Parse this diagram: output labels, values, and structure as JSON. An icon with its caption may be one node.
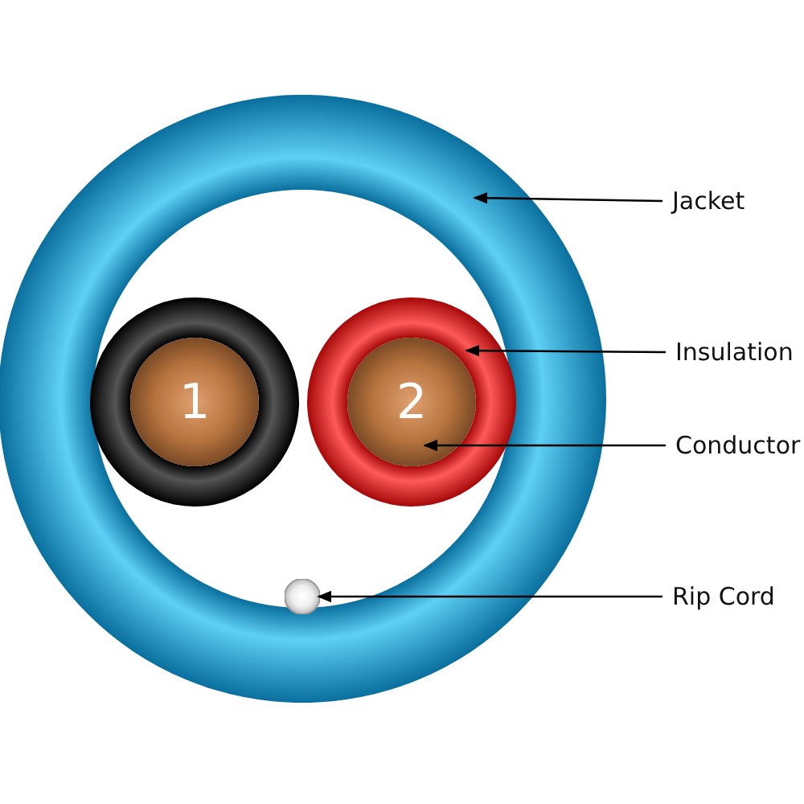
{
  "diagram": {
    "nodes": [
      {
        "text": [],
        "shape": "circle"
      },
      {
        "text": [],
        "shape": "circle",
        "in": 0
      },
      {
        "text": [
          "1"
        ],
        "in": 1
      },
      {
        "text": [],
        "shape": "circle",
        "in": 0
      },
      {
        "text": [
          "2"
        ],
        "in": 3
      },
      {
        "text": [],
        "shape": "circle",
        "in": 0
      },
      {
        "text": [
          "Jacket"
        ]
      },
      {
        "text": [
          "Insulation"
        ]
      },
      {
        "text": [
          "Conductor"
        ]
      },
      {
        "text": [
          "Rip Cord"
        ]
      }
    ],
    "edges": [
      {
        "from": 6,
        "to": 0,
        "arrow": "to"
      },
      {
        "from": 7,
        "to": 3,
        "arrow": "to"
      },
      {
        "from": 8,
        "to": 4,
        "arrow": "to"
      },
      {
        "from": 9,
        "to": 5,
        "arrow": "to"
      }
    ]
  }
}
